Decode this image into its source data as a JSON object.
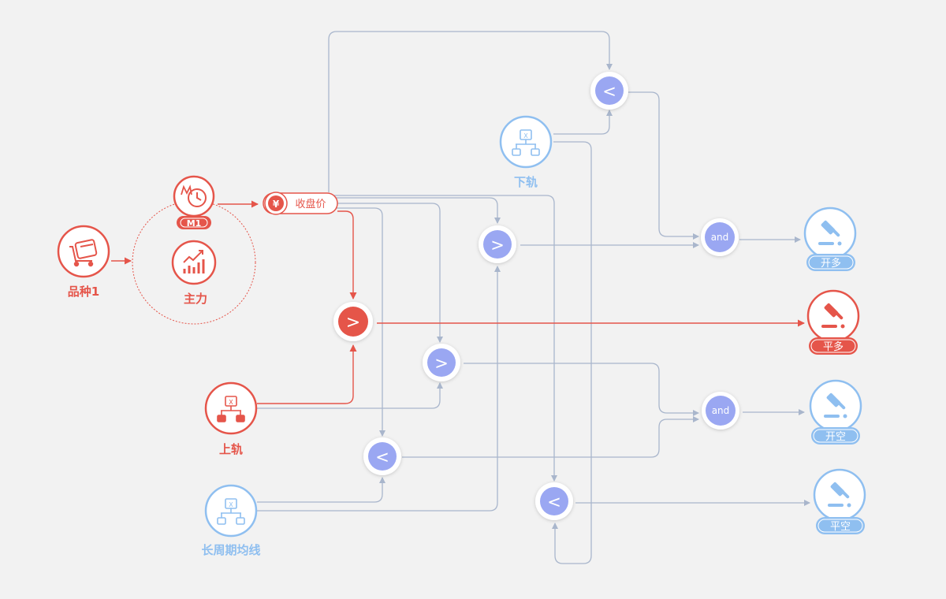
{
  "colors": {
    "red": "#e5554a",
    "blue": "#9aa7f2",
    "lightblue": "#8fbff0",
    "line": "#a9b6cc",
    "bg": "#f2f2f2"
  },
  "nodes": {
    "variety": {
      "label": "品种1",
      "icon": "cart-icon"
    },
    "main": {
      "label": "主力",
      "icon": "trend-chart-icon"
    },
    "period": {
      "badge": "M1",
      "icon": "clock-icon"
    },
    "close_price": {
      "label": "收盘价",
      "icon": "yen-icon"
    },
    "upper_band": {
      "label": "上轨",
      "icon": "function-icon",
      "fx": "X"
    },
    "lower_band": {
      "label": "下轨",
      "icon": "function-icon",
      "fx": "X"
    },
    "long_ma": {
      "label": "长周期均线",
      "icon": "function-icon",
      "fx": "X"
    }
  },
  "comparators": {
    "gt_main": ">",
    "gt_upper": ">",
    "gt_mid": ">",
    "lt_lower": "<",
    "lt_left": "<",
    "lt_right": "<"
  },
  "logic": {
    "and_top": "and",
    "and_bottom": "and"
  },
  "actions": {
    "open_long": {
      "label": "开多",
      "icon": "gavel-icon"
    },
    "close_long": {
      "label": "平多",
      "icon": "gavel-icon"
    },
    "open_short": {
      "label": "开空",
      "icon": "gavel-icon"
    },
    "close_short": {
      "label": "平空",
      "icon": "gavel-icon"
    }
  }
}
